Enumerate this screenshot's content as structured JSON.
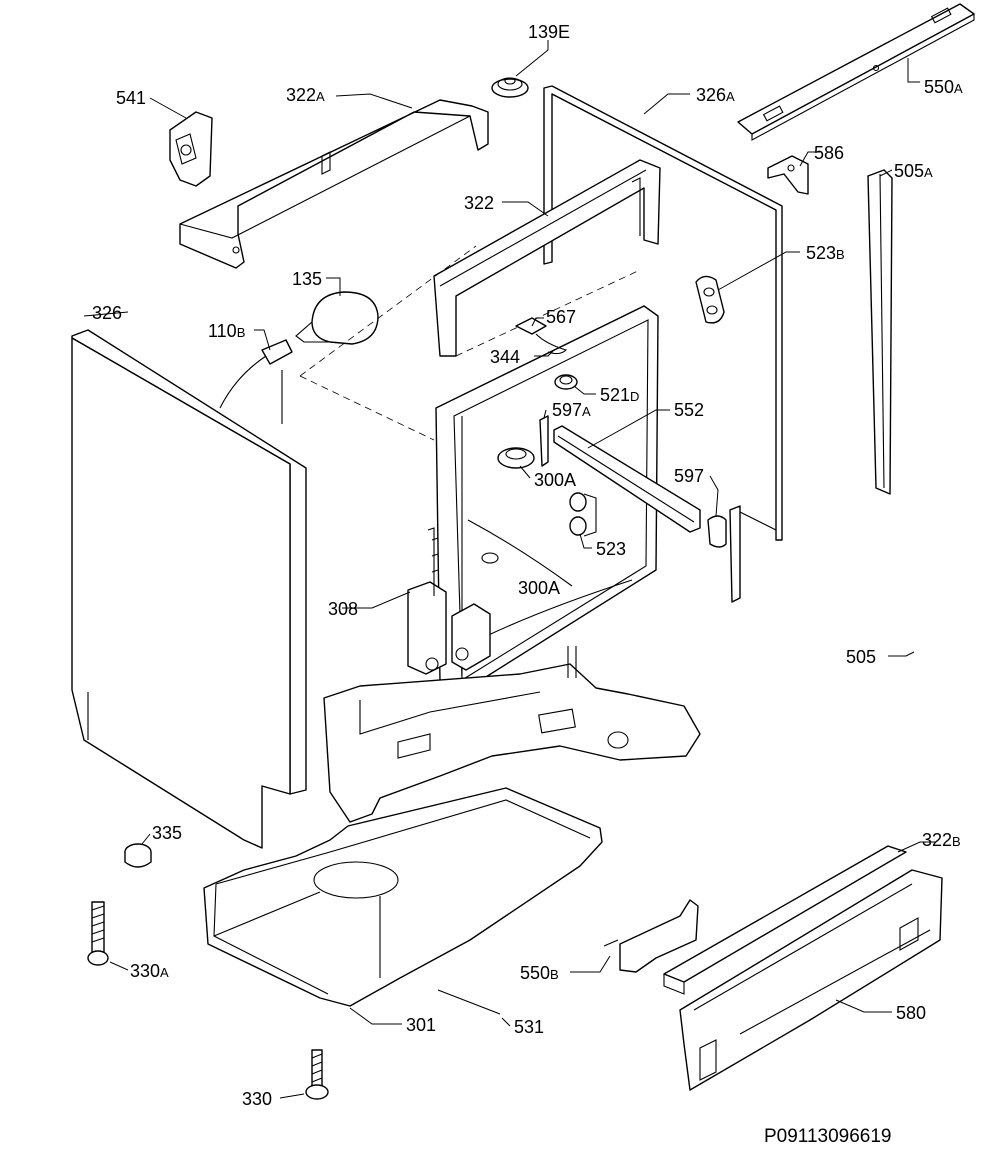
{
  "drawing_ref": "P09113096619",
  "labels": [
    {
      "id": "139E",
      "num": "139E",
      "suf": ""
    },
    {
      "id": "541",
      "num": "541",
      "suf": ""
    },
    {
      "id": "322A",
      "num": "322",
      "suf": "A"
    },
    {
      "id": "326A",
      "num": "326",
      "suf": "A"
    },
    {
      "id": "550A",
      "num": "550",
      "suf": "A"
    },
    {
      "id": "586",
      "num": "586",
      "suf": ""
    },
    {
      "id": "505A",
      "num": "505",
      "suf": "A"
    },
    {
      "id": "322",
      "num": "322",
      "suf": ""
    },
    {
      "id": "523B",
      "num": "523",
      "suf": "B"
    },
    {
      "id": "135",
      "num": "135",
      "suf": ""
    },
    {
      "id": "326",
      "num": "326",
      "suf": ""
    },
    {
      "id": "110B",
      "num": "110",
      "suf": "B"
    },
    {
      "id": "567",
      "num": "567",
      "suf": ""
    },
    {
      "id": "344",
      "num": "344",
      "suf": ""
    },
    {
      "id": "521D",
      "num": "521",
      "suf": "D"
    },
    {
      "id": "597A",
      "num": "597",
      "suf": "A"
    },
    {
      "id": "552",
      "num": "552",
      "suf": ""
    },
    {
      "id": "597",
      "num": "597",
      "suf": ""
    },
    {
      "id": "300A-upper",
      "num": "300A",
      "suf": ""
    },
    {
      "id": "523",
      "num": "523",
      "suf": ""
    },
    {
      "id": "300A-lower",
      "num": "300A",
      "suf": ""
    },
    {
      "id": "308",
      "num": "308",
      "suf": ""
    },
    {
      "id": "505",
      "num": "505",
      "suf": ""
    },
    {
      "id": "335",
      "num": "335",
      "suf": ""
    },
    {
      "id": "322B",
      "num": "322",
      "suf": "B"
    },
    {
      "id": "330A",
      "num": "330",
      "suf": "A"
    },
    {
      "id": "550B",
      "num": "550",
      "suf": "B"
    },
    {
      "id": "580",
      "num": "580",
      "suf": ""
    },
    {
      "id": "301",
      "num": "301",
      "suf": ""
    },
    {
      "id": "531",
      "num": "531",
      "suf": ""
    },
    {
      "id": "330",
      "num": "330",
      "suf": ""
    }
  ]
}
